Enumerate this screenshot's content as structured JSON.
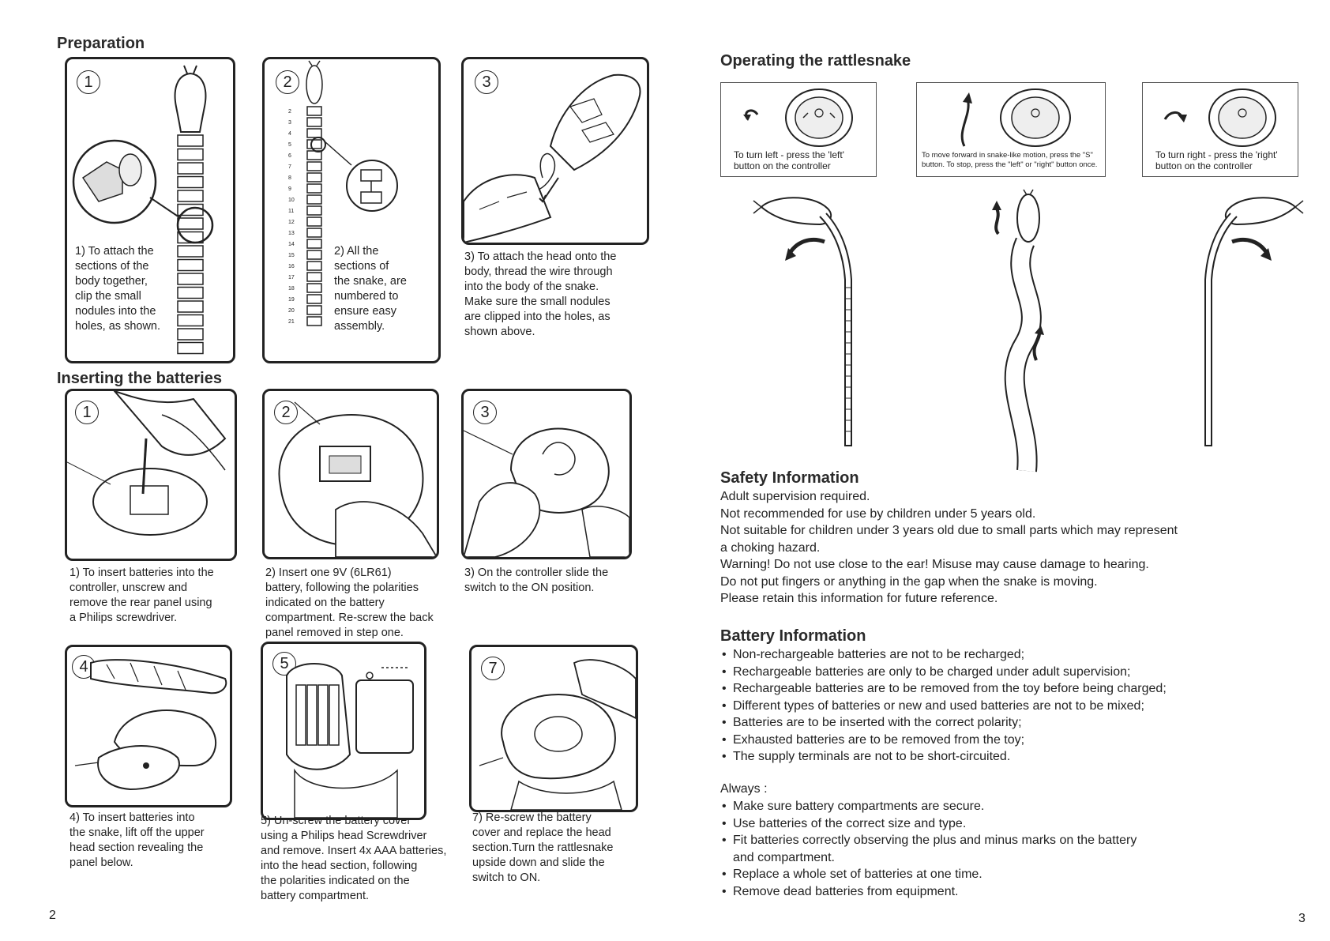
{
  "left_page": {
    "preparation_heading": "Preparation",
    "preparation_steps": [
      {
        "number": "1",
        "caption": "1) To attach the\nsections of the\nbody together,\nclip the small\nnodules into the\nholes, as shown."
      },
      {
        "number": "2",
        "caption": "2) All the\nsections of\nthe snake, are\nnumbered to\nensure easy\nassembly."
      },
      {
        "number": "3",
        "caption": "3) To attach the head onto the\nbody, thread the wire through\ninto the body of the snake.\nMake sure the small nodules\nare clipped into the holes, as\nshown above."
      }
    ],
    "segment_numbers": [
      "2",
      "3",
      "4",
      "5",
      "6",
      "7",
      "8",
      "9",
      "10",
      "11",
      "12",
      "13",
      "14",
      "15",
      "16",
      "17",
      "18",
      "19",
      "20",
      "21"
    ],
    "batteries_heading": "Inserting the batteries",
    "battery_steps": [
      {
        "number": "1",
        "caption": "1) To insert batteries into the\ncontroller, unscrew and\nremove the rear panel using\na Philips screwdriver."
      },
      {
        "number": "2",
        "caption": "2) Insert one 9V (6LR61)\nbattery, following the polarities\nindicated on the battery\ncompartment. Re-screw the back\npanel removed in step one."
      },
      {
        "number": "3",
        "caption": "3) On the controller slide the\nswitch to the ON position."
      },
      {
        "number": "4",
        "caption": "4) To insert batteries into\nthe snake, lift off the upper\nhead section revealing the\npanel below."
      },
      {
        "number": "5",
        "caption": "5) Un-screw the battery cover\nusing a Philips head Screwdriver\nand remove. Insert 4x AAA batteries,\ninto the head section, following\nthe polarities indicated on the\nbattery compartment."
      },
      {
        "number": "7",
        "caption": "7) Re-screw the battery\ncover and replace the head\nsection.Turn the rattlesnake\nupside down and slide the\nswitch to ON."
      }
    ],
    "page_number": "2"
  },
  "right_page": {
    "operating_heading": "Operating the rattlesnake",
    "operating_captions": [
      "To turn left - press the 'left'\nbutton on the controller",
      "To move forward in snake-like motion, press the \"S\"\nbutton. To stop, press the \"left\" or \"right\" button once.",
      "To turn right - press the 'right'\nbutton on the controller"
    ],
    "safety_heading": "Safety Information",
    "safety_lines": [
      "Adult supervision required.",
      "Not recommended for use by children under 5 years old.",
      "Not suitable for children under 3 years old due to small parts which may represent",
      "a choking hazard.",
      "Warning! Do not use close to the ear! Misuse may cause damage to hearing.",
      "Do not put fingers or anything in the gap when the snake is moving.",
      "Please retain this information for future reference."
    ],
    "battery_heading": "Battery Information",
    "battery_bullets": [
      "Non-rechargeable batteries are not to be recharged;",
      "Rechargeable batteries are only to be charged under adult supervision;",
      "Rechargeable batteries are to be removed from the toy before being charged;",
      "Different types of batteries or new and used batteries are not to be mixed;",
      "Batteries are to be inserted with the correct polarity;",
      "Exhausted batteries are to be removed from the toy;",
      "The supply terminals are not to be short-circuited."
    ],
    "always_label": "Always :",
    "always_bullets": [
      "Make sure battery compartments are secure.",
      "Use batteries of the correct size and type.",
      "Fit batteries correctly observing the plus and minus marks on the battery\nand compartment.",
      "Replace a whole set of batteries at one time.",
      "Remove dead batteries from equipment."
    ],
    "page_number": "3"
  }
}
